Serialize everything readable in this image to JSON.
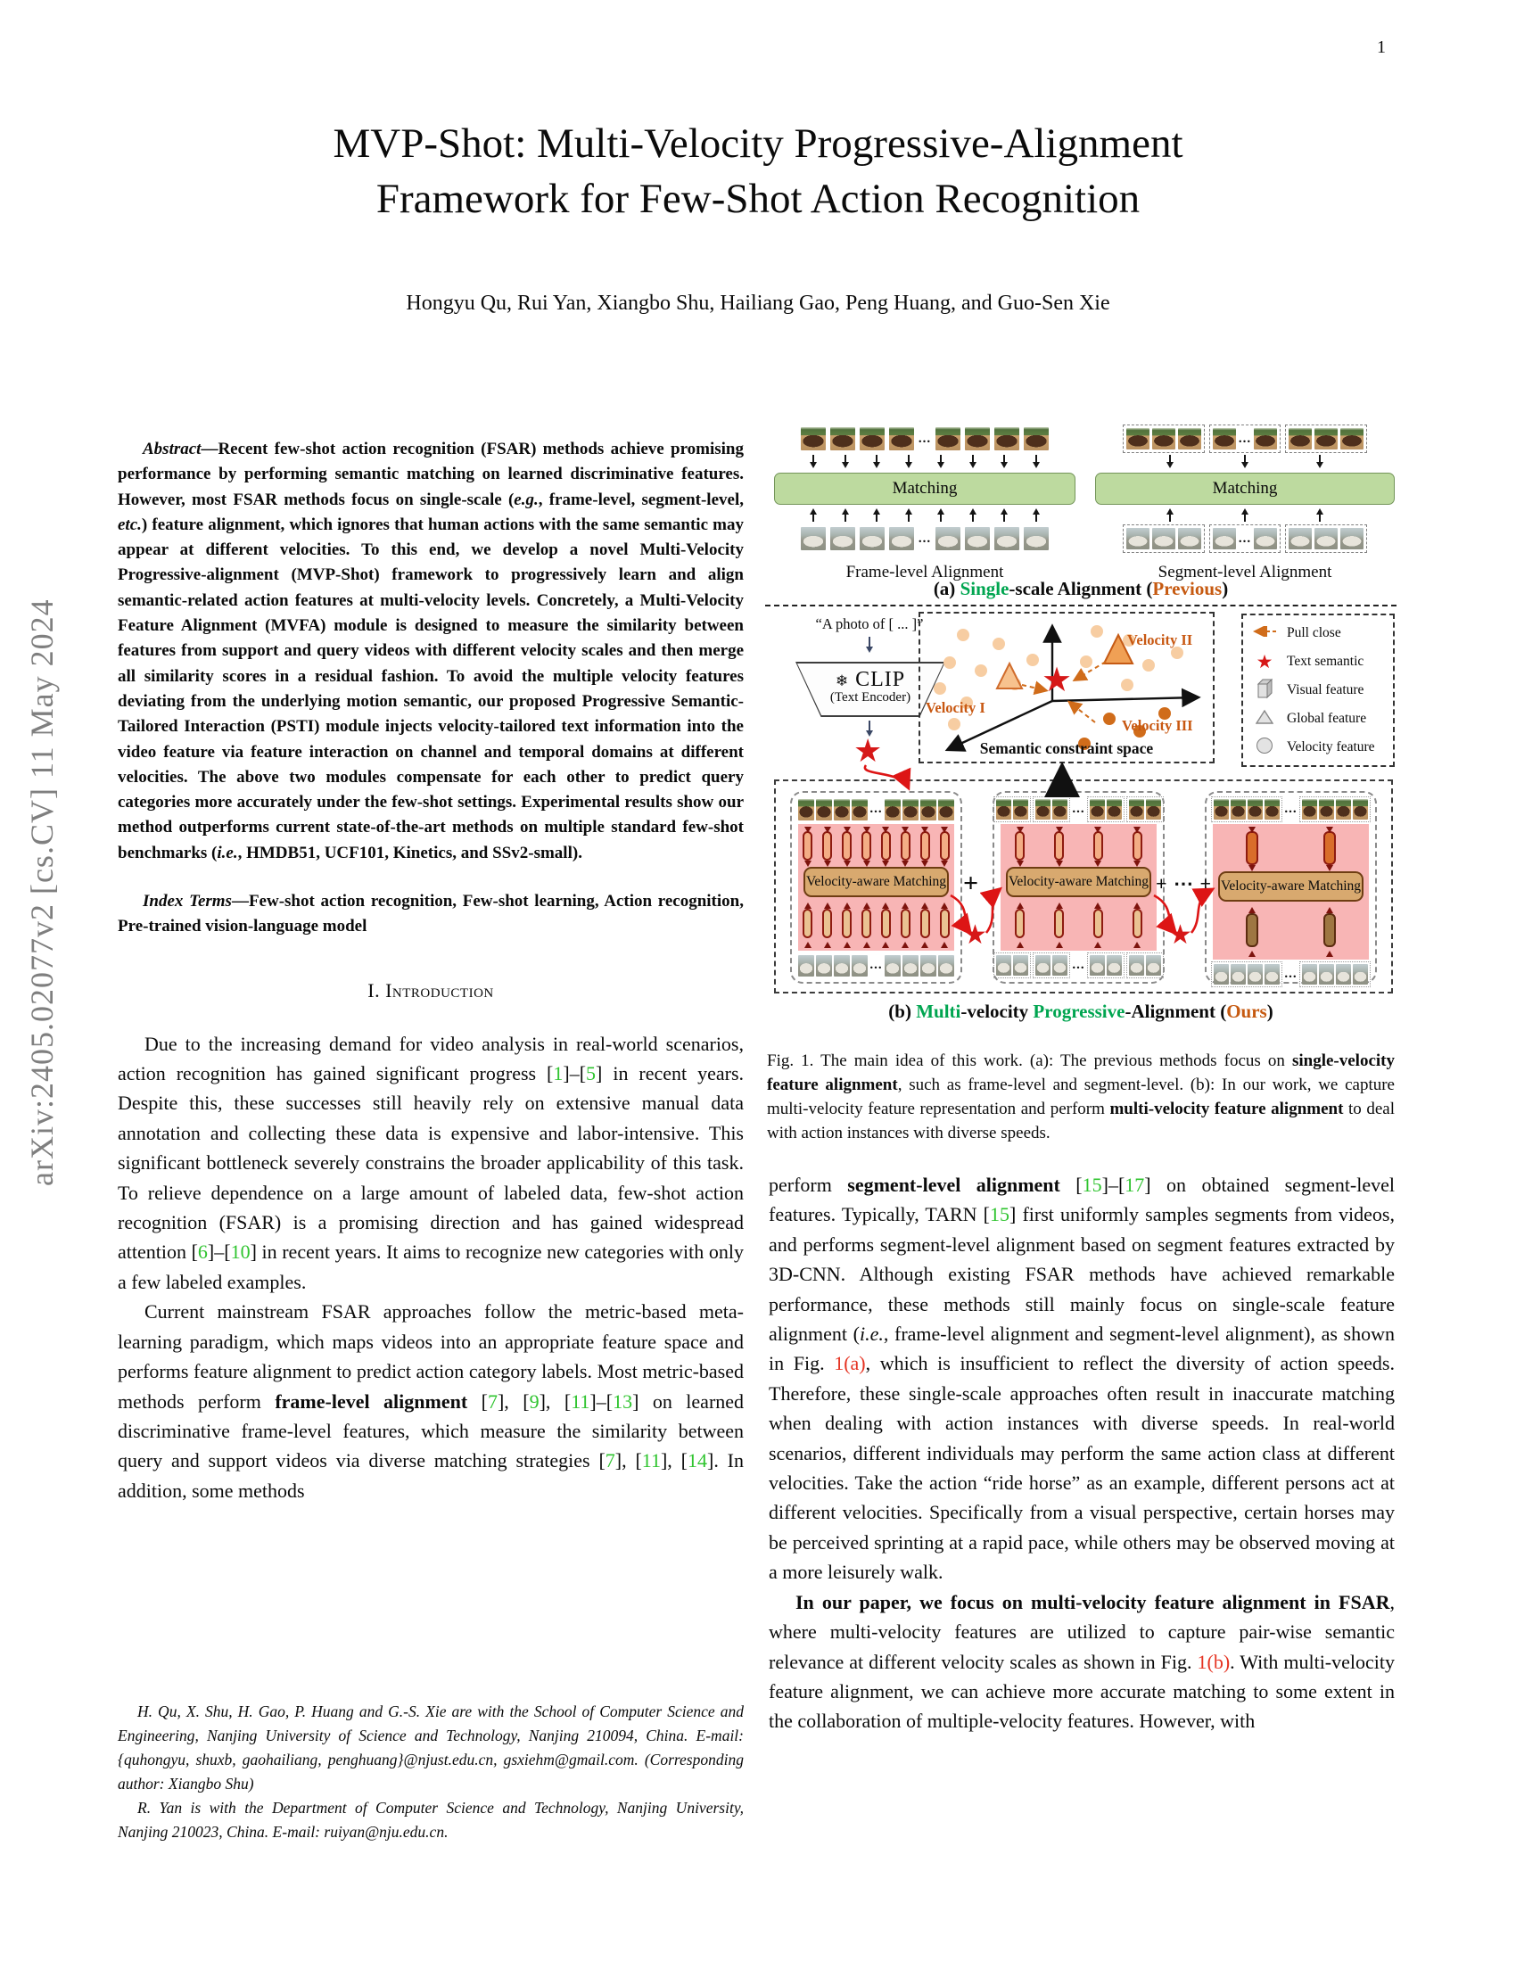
{
  "page": {
    "number": "1",
    "arxiv_sidebar": "arXiv:2405.02077v2  [cs.CV]  11 May 2024"
  },
  "header": {
    "title": "MVP-Shot: Multi-Velocity Progressive-Alignment Framework for Few-Shot Action Recognition",
    "authors": "Hongyu Qu, Rui Yan, Xiangbo Shu, Hailiang Gao, Peng Huang, and Guo-Sen Xie"
  },
  "left_column": {
    "abstract": [
      {
        "t": "Abstract",
        "s": "i"
      },
      {
        "t": "—Recent few-shot action recognition (FSAR) methods achieve promising performance by performing semantic matching on learned discriminative features. However, most FSAR methods focus on single-scale ("
      },
      {
        "t": "e.g.",
        "s": "i"
      },
      {
        "t": ", frame-level, segment-level, "
      },
      {
        "t": "etc.",
        "s": "i"
      },
      {
        "t": ") feature alignment, which ignores that human actions with the same semantic may appear at different velocities. To this end, we develop a novel Multi-Velocity Progressive-alignment (MVP-Shot) framework to progressively learn and align semantic-related action features at multi-velocity levels. Concretely, a Multi-Velocity Feature Alignment (MVFA) module is designed to measure the similarity between features from support and query videos with different velocity scales and then merge all similarity scores in a residual fashion. To avoid the multiple velocity features deviating from the underlying motion semantic, our proposed Progressive Semantic-Tailored Interaction (PSTI) module injects velocity-tailored text information into the video feature via feature interaction on channel and temporal domains at different velocities. The above two modules compensate for each other to predict query categories more accurately under the few-shot settings. Experimental results show our method outperforms current state-of-the-art methods on multiple standard few-shot benchmarks ("
      },
      {
        "t": "i.e.",
        "s": "i"
      },
      {
        "t": ", HMDB51, UCF101, Kinetics, and SSv2-small)."
      }
    ],
    "index_terms": [
      {
        "t": "Index Terms",
        "s": "i"
      },
      {
        "t": "—Few-shot action recognition, Few-shot learning, Action recognition, Pre-trained vision-language model"
      }
    ],
    "section_heading": "I. Introduction",
    "paragraphs": [
      [
        {
          "t": "Due to the increasing demand for video analysis in real-world scenarios, action recognition has gained significant progress ["
        },
        {
          "t": "1",
          "s": "cite"
        },
        {
          "t": "]–["
        },
        {
          "t": "5",
          "s": "cite"
        },
        {
          "t": "] in recent years. Despite this, these successes still heavily rely on extensive manual data annotation and collecting these data is expensive and labor-intensive. This significant bottleneck severely constrains the broader applicability of this task. To relieve dependence on a large amount of labeled data, few-shot action recognition (FSAR) is a promising direction and has gained widespread attention ["
        },
        {
          "t": "6",
          "s": "cite"
        },
        {
          "t": "]–["
        },
        {
          "t": "10",
          "s": "cite"
        },
        {
          "t": "] in recent years. It aims to recognize new categories with only a few labeled examples."
        }
      ],
      [
        {
          "t": "Current mainstream FSAR approaches follow the metric-based meta-learning paradigm, which maps videos into an appropriate feature space and performs feature alignment to predict action category labels. Most metric-based methods perform "
        },
        {
          "t": "frame-level alignment",
          "s": "b"
        },
        {
          "t": " ["
        },
        {
          "t": "7",
          "s": "cite"
        },
        {
          "t": "], ["
        },
        {
          "t": "9",
          "s": "cite"
        },
        {
          "t": "], ["
        },
        {
          "t": "11",
          "s": "cite"
        },
        {
          "t": "]–["
        },
        {
          "t": "13",
          "s": "cite"
        },
        {
          "t": "] on learned discriminative frame-level features, which measure the similarity between query and support videos via diverse matching strategies ["
        },
        {
          "t": "7",
          "s": "cite"
        },
        {
          "t": "], ["
        },
        {
          "t": "11",
          "s": "cite"
        },
        {
          "t": "], ["
        },
        {
          "t": "14",
          "s": "cite"
        },
        {
          "t": "]. In addition, some methods"
        }
      ]
    ],
    "footnotes": [
      [
        {
          "t": "H. Qu, X. Shu, H. Gao, P. Huang and G.-S. Xie are with the School of Computer Science and Engineering, Nanjing University of Science and Technology, Nanjing 210094, China. E-mail: {quhongyu, shuxb, gaohailiang, penghuang}@njust.edu.cn, gsxiehm@gmail.com. (Corresponding author: Xiangbo Shu)"
        }
      ],
      [
        {
          "t": "R. Yan is with the Department of Computer Science and Technology, Nanjing University, Nanjing 210023, China. E-mail: ruiyan@nju.edu.cn."
        }
      ]
    ]
  },
  "figure": {
    "ellipsis": "...",
    "part_a": {
      "matching_label": "Matching",
      "frame_label": "Frame-level Alignment",
      "segment_label": "Segment-level Alignment",
      "caption": [
        {
          "t": "(a) ",
          "s": "b"
        },
        {
          "t": "Single",
          "s": "green"
        },
        {
          "t": "-scale Alignment (",
          "s": "b"
        },
        {
          "t": "Previous",
          "s": "orange"
        },
        {
          "t": ")",
          "s": "b"
        }
      ]
    },
    "clip": {
      "prompt": "“A photo of [ ... ]”",
      "frozen_icon": "❄",
      "name": "CLIP",
      "sub": "(Text Encoder)"
    },
    "semantic_space": {
      "title": "Semantic constraint space",
      "velocity1": "Velocity I",
      "velocity2": "Velocity II",
      "velocity3": "Velocity III"
    },
    "legend": {
      "items": [
        "Pull close",
        "Text semantic",
        "Visual feature",
        "Global feature",
        "Velocity feature"
      ]
    },
    "part_b": {
      "matching_label": "Velocity-aware Matching",
      "plus": "+",
      "dots": "⋯",
      "caption": [
        {
          "t": "(b) ",
          "s": "b"
        },
        {
          "t": "Multi",
          "s": "green"
        },
        {
          "t": "-velocity ",
          "s": "b"
        },
        {
          "t": "Progressive",
          "s": "green"
        },
        {
          "t": "-Alignment (",
          "s": "b"
        },
        {
          "t": "Ours",
          "s": "orange"
        },
        {
          "t": ")",
          "s": "b"
        }
      ]
    }
  },
  "fig_caption": [
    {
      "t": "Fig. 1.   The main idea of this work. (a): The previous methods focus on "
    },
    {
      "t": "single-velocity feature alignment",
      "s": "b"
    },
    {
      "t": ", such as frame-level and segment-level. (b): In our work, we capture multi-velocity feature representation and perform "
    },
    {
      "t": "multi-velocity feature alignment",
      "s": "b"
    },
    {
      "t": " to deal with action instances with diverse speeds."
    }
  ],
  "right_column": {
    "paragraphs": [
      [
        {
          "t": "perform "
        },
        {
          "t": "segment-level alignment",
          "s": "b"
        },
        {
          "t": " ["
        },
        {
          "t": "15",
          "s": "cite"
        },
        {
          "t": "]–["
        },
        {
          "t": "17",
          "s": "cite"
        },
        {
          "t": "] on obtained segment-level features. Typically, TARN ["
        },
        {
          "t": "15",
          "s": "cite"
        },
        {
          "t": "] first uniformly samples segments from videos, and performs segment-level alignment based on segment features extracted by 3D-CNN. Although existing FSAR methods have achieved remarkable performance, these methods still mainly focus on single-scale feature alignment ("
        },
        {
          "t": "i.e.",
          "s": "i"
        },
        {
          "t": ", frame-level alignment and segment-level alignment), as shown in Fig. "
        },
        {
          "t": "1(a)",
          "s": "figref"
        },
        {
          "t": ", which is insufficient to reflect the diversity of action speeds. Therefore, these single-scale approaches often result in inaccurate matching when dealing with action instances with diverse speeds. In real-world scenarios, different individuals may perform the same action class at different velocities. Take the action “ride horse” as an example, different persons act at different velocities. Specifically from a visual perspective, certain horses may be perceived sprinting at a rapid pace, while others may be observed moving at a more leisurely walk."
        }
      ],
      [
        {
          "t": "In our paper, we focus on multi-velocity feature alignment in FSAR",
          "s": "b"
        },
        {
          "t": ", where multi-velocity features are utilized to capture pair-wise semantic relevance at different velocity scales as shown in Fig. "
        },
        {
          "t": "1(b)",
          "s": "figref"
        },
        {
          "t": ". With multi-velocity feature alignment, we can achieve more accurate matching to some extent in the collaboration of multiple-velocity features. However, with"
        }
      ]
    ]
  },
  "colors": {
    "caption_green": "#00a550",
    "caption_orange": "#c65a11",
    "citation_green": "#2fc42f",
    "figref_red": "#e53322",
    "matching_green": "#bdda9f",
    "velocity_pink": "#f8b5b5",
    "vam_tan": "#d8a96f",
    "star_red": "#d61818",
    "velocity_label_orange": "#c85812"
  }
}
